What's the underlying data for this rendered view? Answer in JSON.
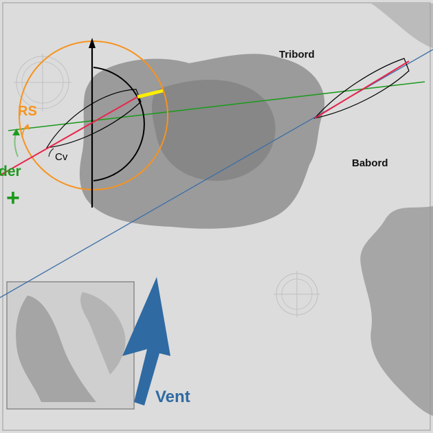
{
  "labels": {
    "tribord": "Tribord",
    "babord": "Babord",
    "rs": "RS",
    "der": "der",
    "plus": "+",
    "cv": "Cv",
    "vent": "Vent"
  },
  "colors": {
    "map_bg": "#dcdcdc",
    "land": "#8f8f8f",
    "land_dark": "#7a7a7a",
    "inset_bg": "#cfcfcf",
    "axis_black": "#000000",
    "arc_orange": "#f7931e",
    "heading_red": "#e8254a",
    "line_green": "#1f9a1f",
    "line_blue": "#3a6ea8",
    "wind_arrow": "#2f6aa3",
    "highlight_yellow": "#ffee00"
  }
}
